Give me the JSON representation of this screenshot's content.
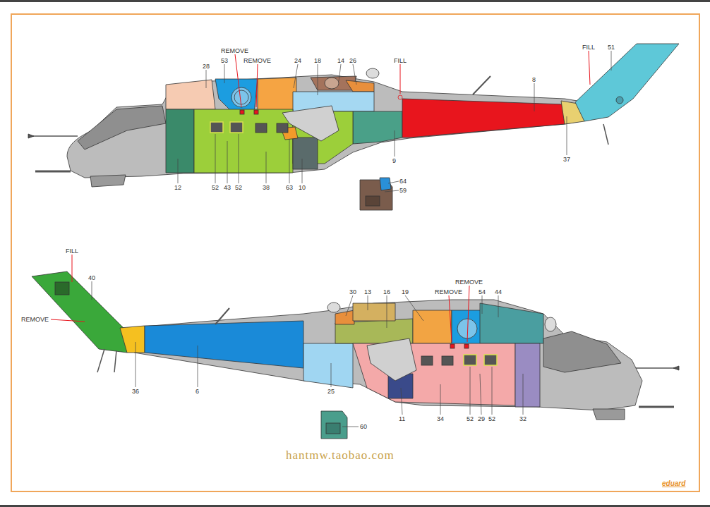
{
  "diagram": {
    "labels": [
      "REMOVE",
      "53",
      "REMOVE",
      "28",
      "24",
      "18",
      "14",
      "26",
      "FILL",
      "8",
      "FILL",
      "51",
      "12",
      "9",
      "37",
      "52",
      "43",
      "52",
      "38",
      "63",
      "10",
      "64",
      "59",
      "FILL",
      "40",
      "REMOVE",
      "30",
      "13",
      "16",
      "19",
      "REMOVE",
      "REMOVE",
      "54",
      "44",
      "6",
      "36",
      "25",
      "11",
      "34",
      "52",
      "29",
      "52",
      "32",
      "60",
      "hantmw.taobao.com",
      "eduard"
    ]
  }
}
